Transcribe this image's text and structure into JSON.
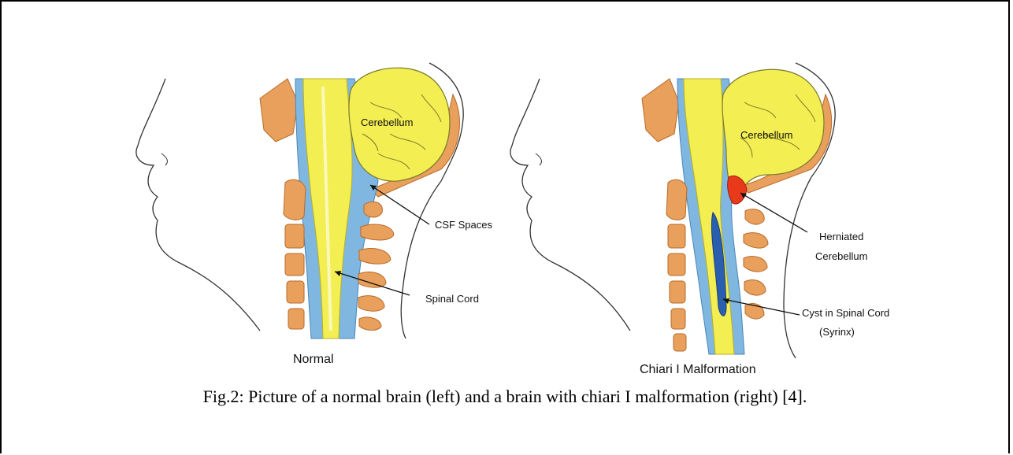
{
  "figure": {
    "caption": "Fig.2: Picture of a normal brain (left) and a brain with chiari I malformation (right) [4].",
    "colors": {
      "bone": "#e8a05c",
      "bone_dark": "#b86a2a",
      "brain": "#f3ee52",
      "csf": "#7fb7e0",
      "herniation": "#e83a1a",
      "outline": "#333333",
      "syrinx": "#2a5fb0"
    }
  },
  "panels": {
    "normal": {
      "title": "Normal",
      "labels": {
        "cerebellum": "Cerebellum",
        "csf_spaces": "CSF Spaces",
        "spinal_cord": "Spinal Cord"
      }
    },
    "chiari": {
      "title": "Chiari I Malformation",
      "labels": {
        "cerebellum": "Cerebellum",
        "herniated_line1": "Herniated",
        "herniated_line2": "Cerebellum",
        "cyst_line1": "Cyst in Spinal Cord",
        "cyst_line2": "(Syrinx)"
      }
    }
  }
}
